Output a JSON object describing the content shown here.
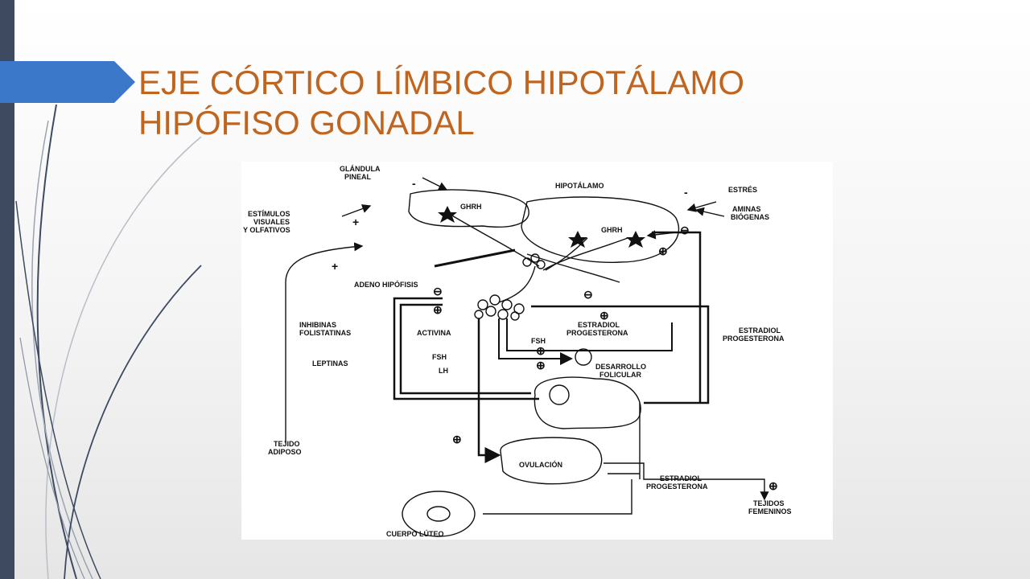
{
  "slide": {
    "title_line1": "EJE CÓRTICO LÍMBICO HIPOTÁLAMO",
    "title_line2": "HIPÓFISO GONADAL",
    "accent_color": "#c0651f",
    "arrow_color": "#3b78c9",
    "bar_color": "#3d4a5f"
  },
  "diagram": {
    "labels": {
      "glandula": "GLÁNDULA",
      "pineal": "PINEAL",
      "hipotalamo": "HIPOTÁLAMO",
      "estres": "ESTRÉS",
      "aminas": "AMINAS",
      "biogenas": "BIÓGENAS",
      "estimulos": "ESTÍMULOS",
      "visuales": "VISUALES",
      "olfativos": "Y OLFATIVOS",
      "ghrh_1": "GHRH",
      "ghrh_2": "GHRH",
      "adeno": "ADENO HIPÓFISIS",
      "inhibinas": "INHIBINAS",
      "folistatinas": "FOLISTATINAS",
      "activina": "ACTIVINA",
      "fsh_left": "FSH",
      "lh": "LH",
      "leptinas": "LEPTINAS",
      "estradiol_1": "ESTRADIOL",
      "progesterona_1": "PROGESTERONA",
      "fsh_mid": "FSH",
      "desarrollo": "DESARROLLO",
      "folicular": "FOLICULAR",
      "estradiol_right": "ESTRADIOL",
      "progesterona_right": "PROGESTERONA",
      "tejido": "TEJIDO",
      "adiposo": "ADIPOSO",
      "ovulacion": "OVULACIÓN",
      "estradiol_2": "ESTRADIOL",
      "progesterona_2": "PROGESTERONA",
      "tejidos": "TEJIDOS",
      "femeninos": "FEMENINOS",
      "cuerpo_luteo": "CUERPO LÚTEO"
    },
    "signs": {
      "minus": "-",
      "plus": "+",
      "plus_circled": "⊕",
      "minus_circled": "⊖"
    }
  }
}
